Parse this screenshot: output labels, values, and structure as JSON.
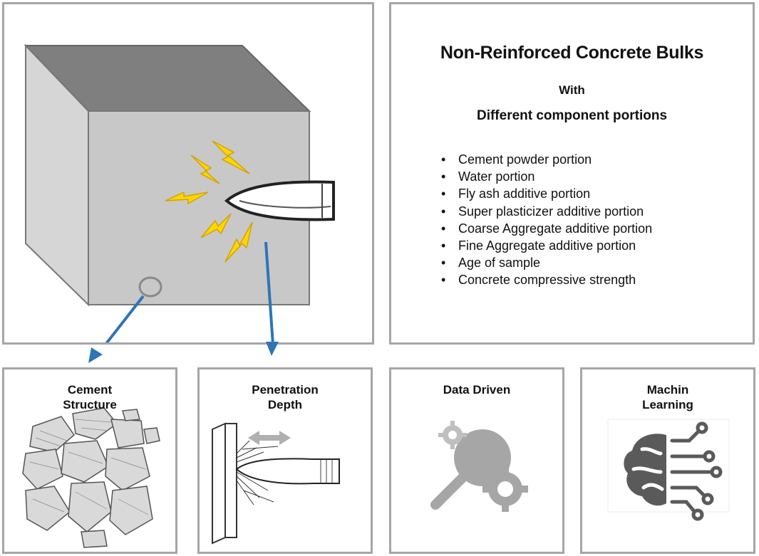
{
  "info": {
    "title": "Non-Reinforced Concrete Bulks",
    "with": "With",
    "subtitle": "Different component portions",
    "items": [
      "Cement powder portion",
      "Water portion",
      "Fly ash additive portion",
      "Super plasticizer additive portion",
      "Coarse Aggregate additive portion",
      "Fine Aggregate additive portion",
      "Age of sample",
      "Concrete compressive strength"
    ]
  },
  "cement": {
    "title_line1": "Cement",
    "title_line2": "Structure"
  },
  "penetration": {
    "title_line1": "Penetration",
    "title_line2": "Depth"
  },
  "data_driven": {
    "title": "Data Driven"
  },
  "ml": {
    "title_line1": "Machin",
    "title_line2": "Learning"
  },
  "colors": {
    "arrow": "#2e75b6",
    "spark": "#ffd700",
    "cube_top": "#808080",
    "cube_face": "#c9c9c9",
    "icon": "#a0a0a0"
  }
}
